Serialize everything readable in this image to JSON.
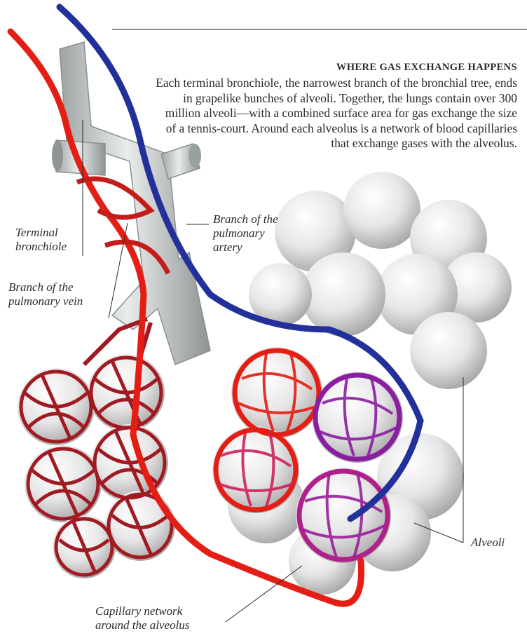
{
  "header": {
    "title": "WHERE GAS EXCHANGE HAPPENS",
    "body": "Each terminal bronchiole, the narrowest branch of the bronchial tree, ends in grapelike bunches of alveoli. Together, the lungs contain over 300 million alveoli—with a combined surface area for gas exchange the size of a tennis-court. Around each alveolus is a network of blood capillaries that exchange gases with the alveolus."
  },
  "labels": {
    "terminal_bronchiole": [
      "Terminal",
      "bronchiole"
    ],
    "pulmonary_vein": [
      "Branch of the",
      "pulmonary vein"
    ],
    "pulmonary_artery": [
      "Branch of the",
      "pulmonary",
      "artery"
    ],
    "alveoli": [
      "Alveoli"
    ],
    "capillary_network": [
      "Capillary network",
      "around the alveolus"
    ]
  },
  "colors": {
    "vein": "#e41e14",
    "artery": "#22309a",
    "bronchiole": "#c8cccc",
    "alveolus": "#ececec",
    "capillary_purple": "#8a1ea0",
    "capillary_dark_red": "#a01a22"
  }
}
